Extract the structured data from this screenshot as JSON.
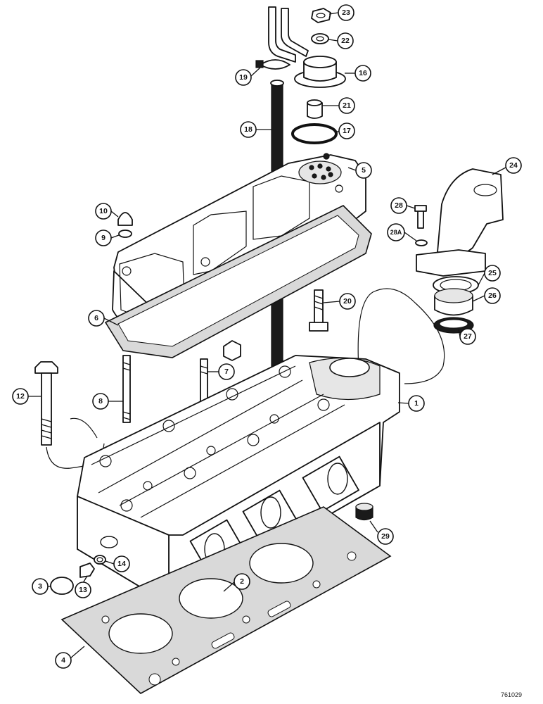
{
  "drawing_id": "761029",
  "callouts": [
    "1",
    "2",
    "3",
    "4",
    "5",
    "6",
    "7",
    "8",
    "9",
    "10",
    "12",
    "13",
    "14",
    "16",
    "17",
    "18",
    "19",
    "20",
    "21",
    "22",
    "23",
    "24",
    "25",
    "26",
    "27",
    "28",
    "28A",
    "29"
  ]
}
